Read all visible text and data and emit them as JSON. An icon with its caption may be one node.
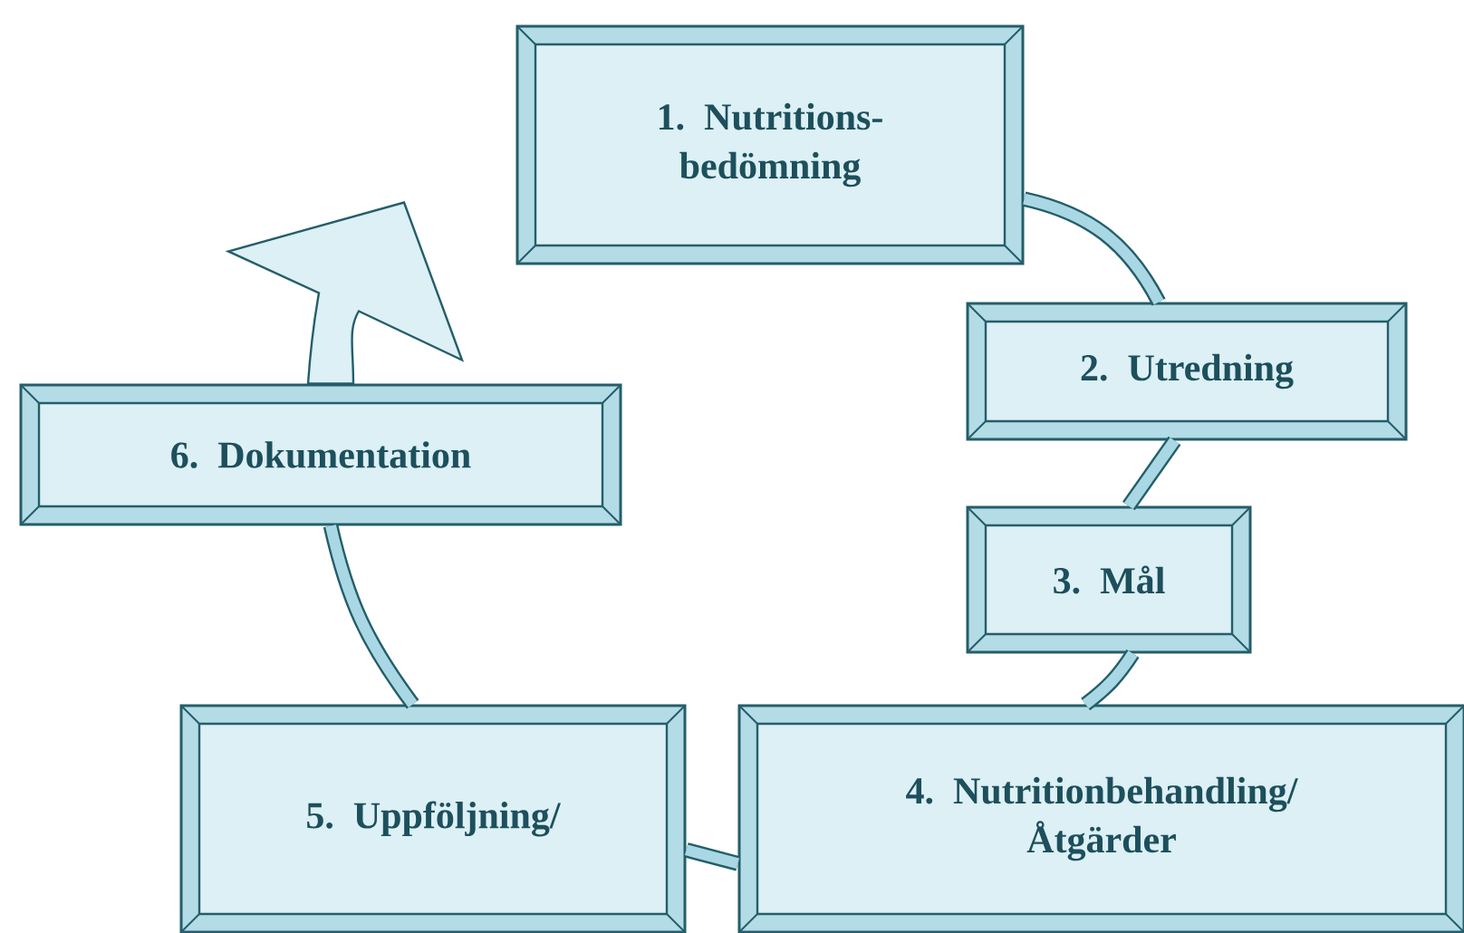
{
  "diagram": {
    "nodes": [
      {
        "text": [
          "1. Nutritions- bedömning"
        ]
      },
      {
        "text": [
          "2. Utredning"
        ]
      },
      {
        "text": [
          "3. Mål"
        ]
      },
      {
        "text": [
          "4. Nutritionbehandling/ Åtgärder"
        ]
      },
      {
        "text": [
          "5. Uppföljning/"
        ]
      },
      {
        "text": [
          "6. Dokumentation"
        ]
      }
    ],
    "edges": [
      {
        "from": 0,
        "to": 1,
        "arrow": "none"
      },
      {
        "from": 1,
        "to": 2,
        "arrow": "none"
      },
      {
        "from": 2,
        "to": 3,
        "arrow": "none"
      },
      {
        "from": 3,
        "to": 4,
        "arrow": "none"
      },
      {
        "from": 4,
        "to": 5,
        "arrow": "none"
      },
      {
        "from": 5,
        "to": null,
        "arrow": "to"
      }
    ]
  }
}
